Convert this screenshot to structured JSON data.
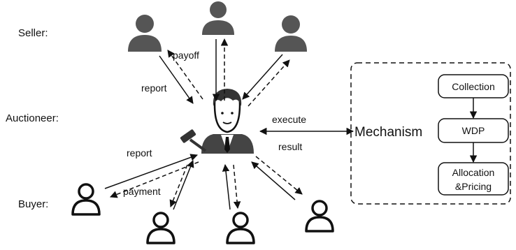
{
  "roles": {
    "seller": "Seller:",
    "auctioneer": "Auctioneer:",
    "buyer": "Buyer:"
  },
  "edges": {
    "seller_payoff": "payoff",
    "seller_report": "report",
    "buyer_report": "report",
    "buyer_payment": "payment",
    "execute": "execute",
    "result": "result"
  },
  "mechanism": {
    "title": "Mechanism",
    "steps": [
      "Collection",
      "WDP",
      "Allocation",
      "&Pricing"
    ]
  },
  "icons": {
    "seller": "person-filled-icon",
    "buyer": "person-outline-icon",
    "auctioneer": "auctioneer-with-gavel-icon"
  },
  "colors": {
    "seller_fill": "#555555",
    "stroke": "#111111",
    "background": "#ffffff"
  }
}
